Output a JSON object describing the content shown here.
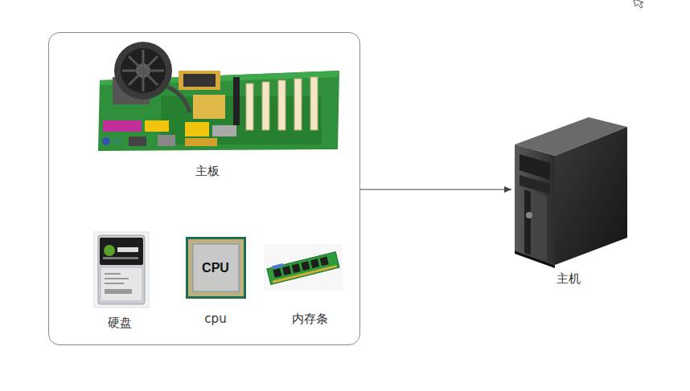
{
  "diagram": {
    "nodes": [
      {
        "text": []
      },
      {
        "text": [
          "主板"
        ],
        "in": 0
      },
      {
        "text": [
          "硬盘"
        ],
        "in": 0
      },
      {
        "text": [
          "CPU",
          "cpu"
        ],
        "in": 0
      },
      {
        "text": [
          "内存条"
        ],
        "in": 0
      },
      {
        "text": [
          "主机"
        ]
      }
    ],
    "edges": [
      {
        "from": 0,
        "to": 5,
        "arrow": "to"
      }
    ]
  }
}
